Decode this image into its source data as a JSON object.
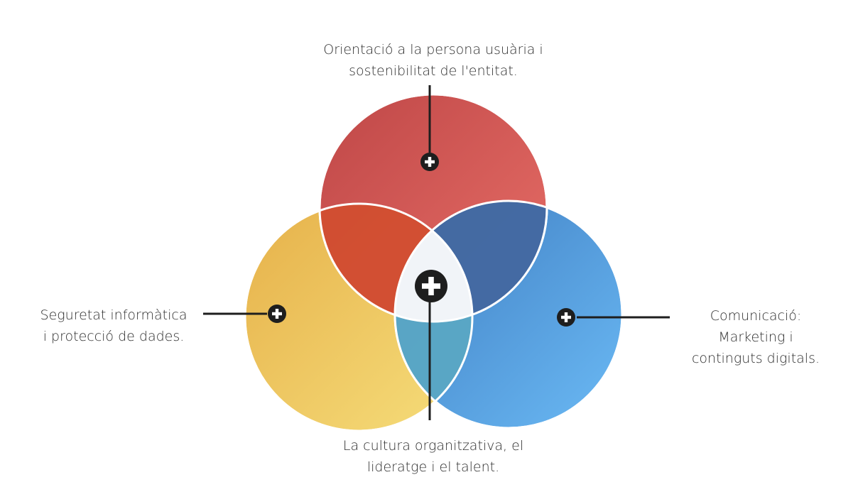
{
  "diagram": {
    "circles": [
      {
        "id": "top",
        "color_start": "#bf4747",
        "color_end": "#e86f68"
      },
      {
        "id": "left",
        "color_start": "#e6b14a",
        "color_end": "#f6de7b"
      },
      {
        "id": "right",
        "color_start": "#3e7cc0",
        "color_end": "#6bbaf5"
      }
    ],
    "center_color": "#f1f4f8",
    "marker_color": "#1e1e1e"
  },
  "labels": {
    "top": {
      "line1": "Orientació a la persona usuària i",
      "line2": "sostenibilitat de l'entitat."
    },
    "left": {
      "line1": "Seguretat informàtica",
      "line2": "i protecció de dades."
    },
    "right": {
      "line1": "Comunicació:",
      "line2": "Marketing i",
      "line3": "continguts digitals."
    },
    "bottom": {
      "line1": "La cultura organitzativa, el",
      "line2": "lideratge i el talent."
    }
  }
}
